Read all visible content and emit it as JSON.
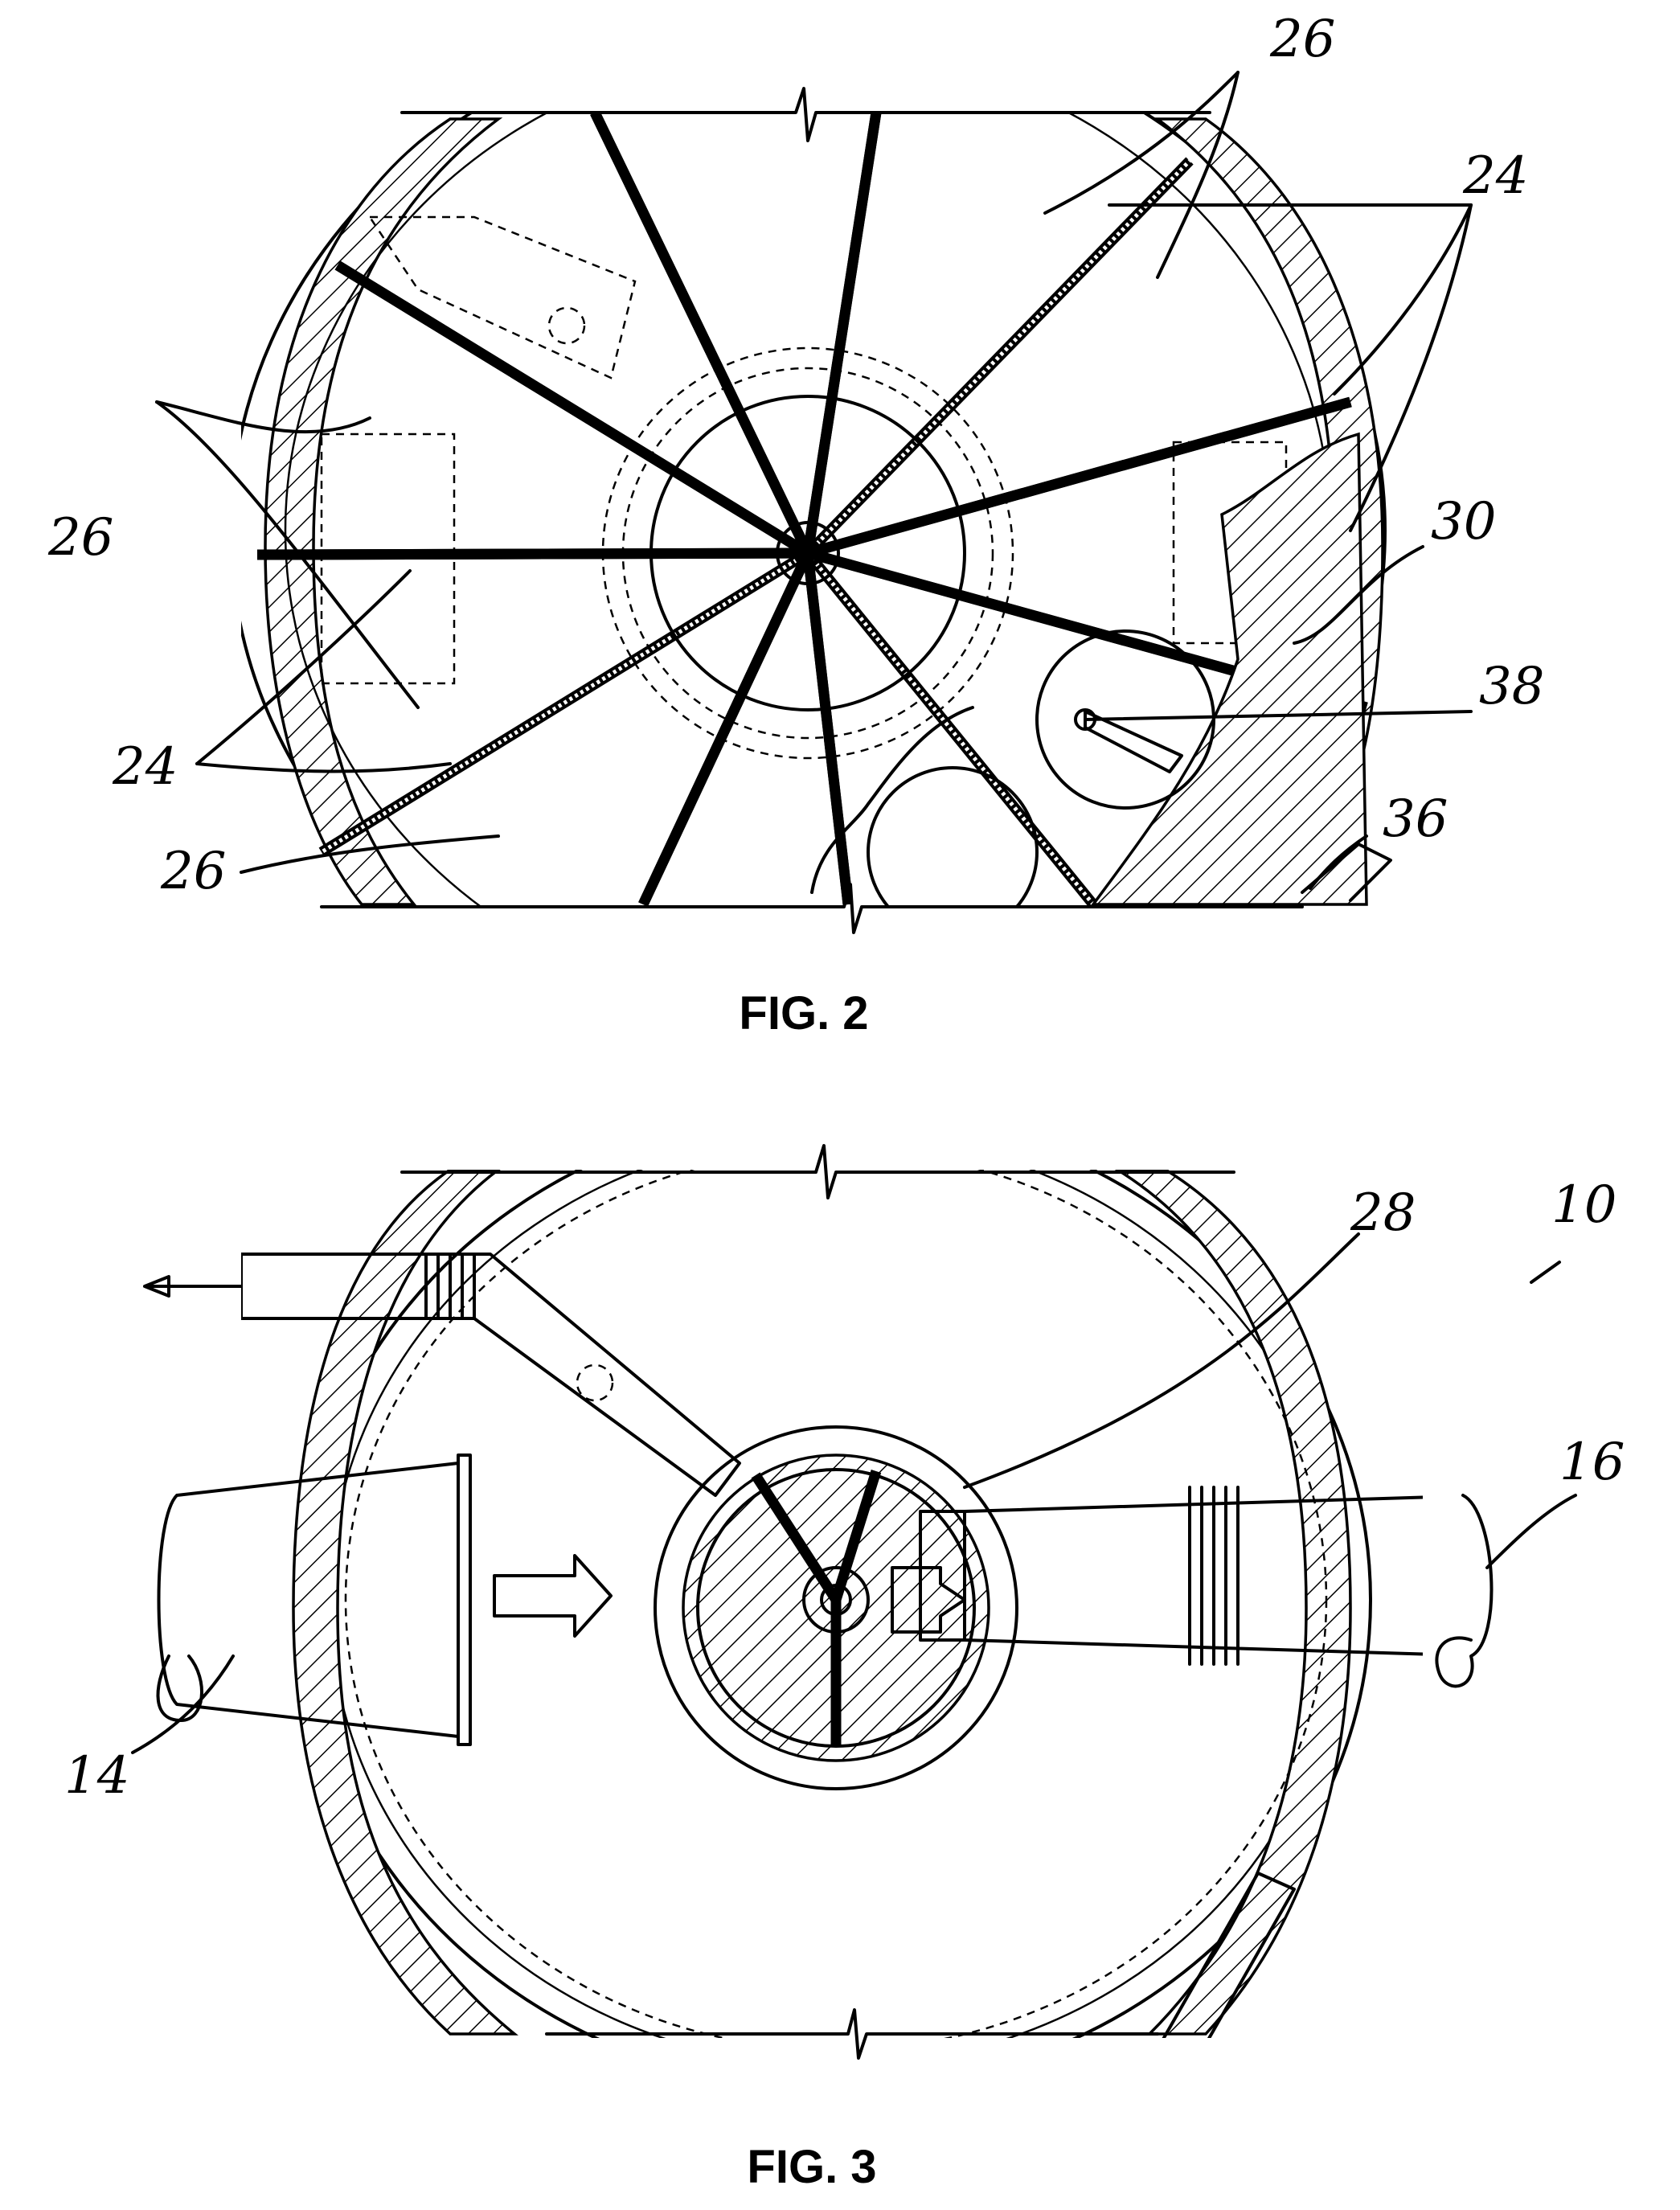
{
  "figures": [
    {
      "caption": "FIG. 2",
      "reference_labels": [
        "26",
        "24",
        "26",
        "24",
        "30",
        "38",
        "36",
        "26"
      ]
    },
    {
      "caption": "FIG. 3",
      "reference_labels": [
        "28",
        "10",
        "16",
        "14"
      ]
    }
  ]
}
